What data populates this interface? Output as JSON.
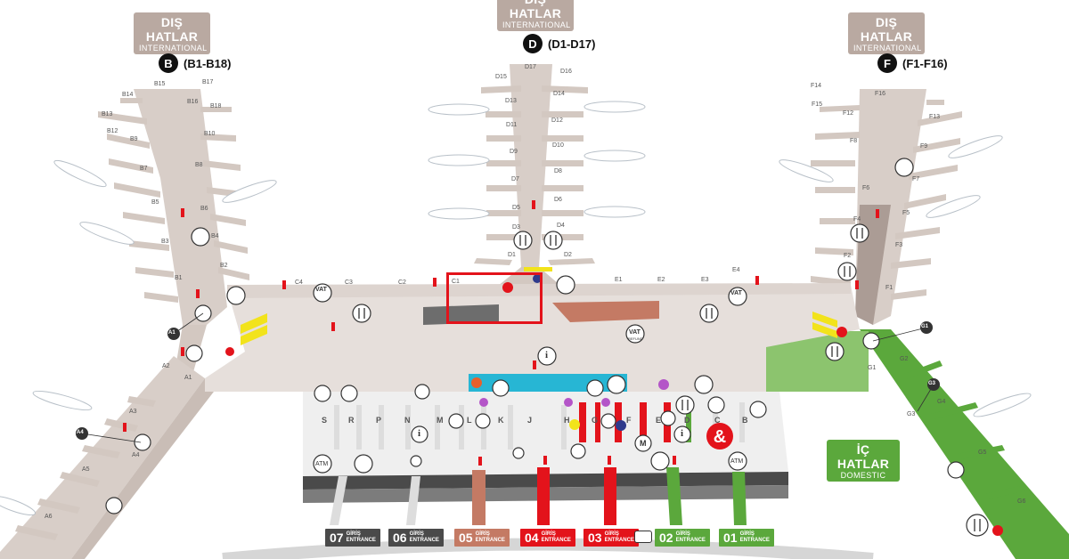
{
  "regions": {
    "intl_left": {
      "title": "DIŞ HATLAR",
      "subtitle": "INTERNATIONAL"
    },
    "intl_center": {
      "title": "DIŞ HATLAR",
      "subtitle": "INTERNATIONAL"
    },
    "intl_right": {
      "title": "DIŞ HATLAR",
      "subtitle": "INTERNATIONAL"
    },
    "domestic": {
      "title": "İÇ HATLAR",
      "subtitle": "DOMESTIC"
    }
  },
  "piers": {
    "B": {
      "letter": "B",
      "range": "(B1-B18)"
    },
    "D": {
      "letter": "D",
      "range": "(D1-D17)"
    },
    "F": {
      "letter": "F",
      "range": "(F1-F16)"
    }
  },
  "gates": {
    "B": [
      "B15",
      "B17",
      "B14",
      "B16",
      "B18",
      "B13",
      "B12",
      "B10",
      "B9",
      "B8",
      "B7",
      "B6",
      "B5",
      "B4",
      "B3",
      "B2",
      "B1"
    ],
    "D": [
      "D17",
      "D16",
      "D15",
      "D14",
      "D13",
      "D12",
      "D11",
      "D10",
      "D9",
      "D8",
      "D7",
      "D6",
      "D5",
      "D4",
      "D3",
      "D2",
      "D1"
    ],
    "F": [
      "F14",
      "F16",
      "F15",
      "F12",
      "F13",
      "F8",
      "F9",
      "F7",
      "F6",
      "F4",
      "F5",
      "F3",
      "F2",
      "F1"
    ],
    "C": [
      "C4",
      "C3",
      "C2",
      "C1"
    ],
    "E": [
      "E1",
      "E2",
      "E3",
      "E4"
    ],
    "A": [
      "A1",
      "A2",
      "A3",
      "A4",
      "A5",
      "A6"
    ],
    "G": [
      "G1",
      "G2",
      "G3",
      "G4",
      "G5",
      "G6"
    ]
  },
  "halls": [
    "S",
    "R",
    "P",
    "N",
    "M",
    "L",
    "K",
    "J",
    "H",
    "G",
    "F",
    "E",
    "D",
    "C",
    "B"
  ],
  "icon_labels": {
    "vat": "VAT",
    "vat_sub": "REFUND",
    "atm": "ATM",
    "metro": "M",
    "info": "i"
  },
  "entrances": [
    {
      "num": "07",
      "giris": "GİRİŞ",
      "entrance": "ENTRANCE",
      "color": "#4a4a4a"
    },
    {
      "num": "06",
      "giris": "GİRİŞ",
      "entrance": "ENTRANCE",
      "color": "#4a4a4a"
    },
    {
      "num": "05",
      "giris": "GİRİŞ",
      "entrance": "ENTRANCE",
      "color": "#c47a64"
    },
    {
      "num": "04",
      "giris": "GİRİŞ",
      "entrance": "ENTRANCE",
      "color": "#e3131b"
    },
    {
      "num": "03",
      "giris": "GİRİŞ",
      "entrance": "ENTRANCE",
      "color": "#e3131b"
    },
    {
      "num": "02",
      "giris": "GİRİŞ",
      "entrance": "ENTRANCE",
      "color": "#5ba83c"
    },
    {
      "num": "01",
      "giris": "GİRİŞ",
      "entrance": "ENTRANCE",
      "color": "#5ba83c"
    }
  ],
  "colors": {
    "pier": "#d8cec8",
    "pier_dark": "#c9bdb6",
    "terminal": "#e6dfdb",
    "domestic": "#5ba83c",
    "domestic_light": "#8cc46e",
    "cyan": "#27b6d4",
    "red": "#e3131b",
    "brown": "#c47a64",
    "yellow": "#f2e31b",
    "checkin": "#efefef",
    "highlight": "#e3131b"
  }
}
